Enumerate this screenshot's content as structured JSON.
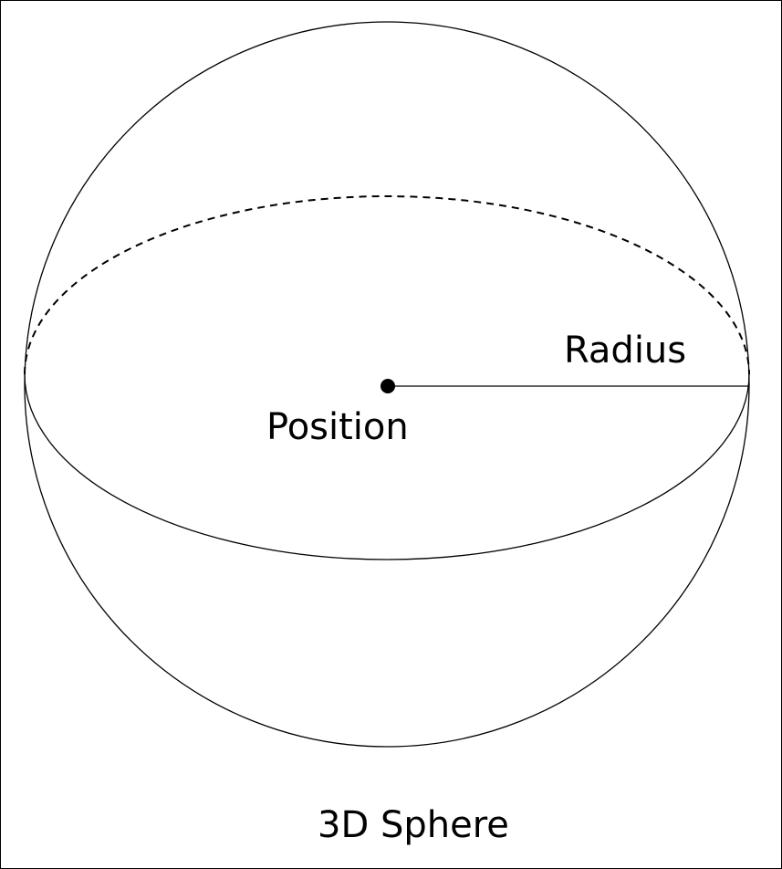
{
  "diagram": {
    "radius_label": "Radius",
    "position_label": "Position",
    "caption": "3D Sphere"
  },
  "colors": {
    "stroke": "#000000",
    "background": "#ffffff"
  }
}
